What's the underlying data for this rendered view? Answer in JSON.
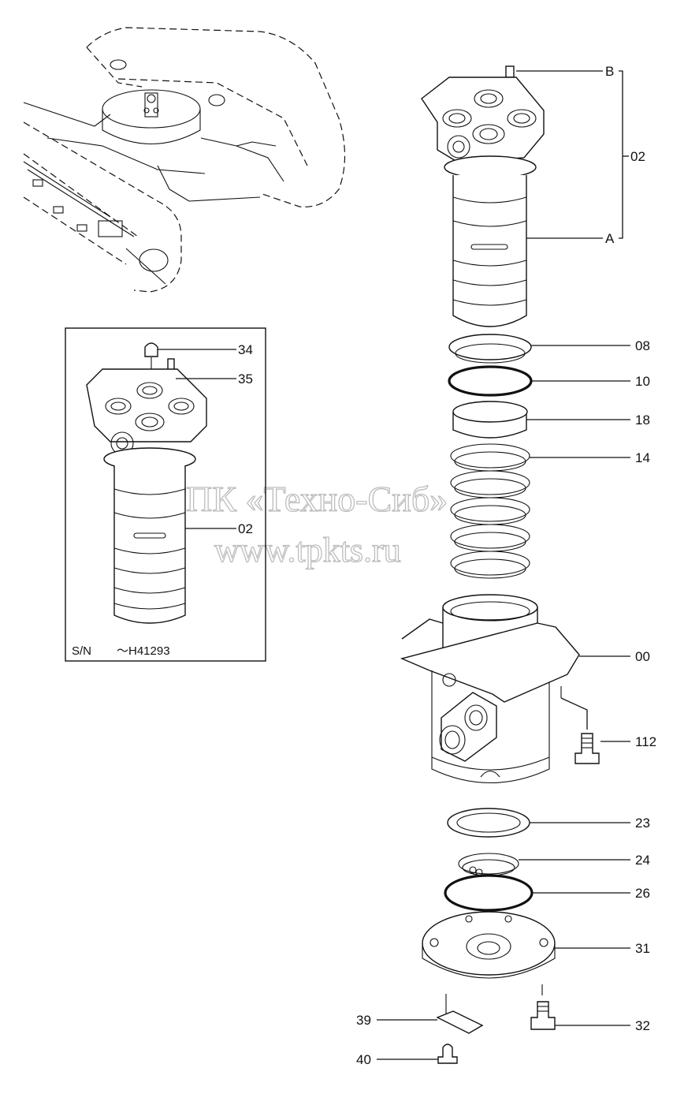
{
  "watermark": {
    "line1": "ТПК «Техно-Сиб»",
    "line2": "www.tpkts.ru"
  },
  "inset": {
    "serial_prefix": "S/N",
    "serial_range": "～H41293"
  },
  "callouts": {
    "b": "B",
    "a": "A",
    "bracket_02": "02",
    "p08": "08",
    "p10": "10",
    "p18": "18",
    "p14": "14",
    "p00": "00",
    "p112": "112",
    "p23": "23",
    "p24": "24",
    "p26": "26",
    "p31": "31",
    "p39": "39",
    "p32": "32",
    "p40": "40",
    "inset_34": "34",
    "inset_35": "35",
    "inset_02": "02"
  }
}
